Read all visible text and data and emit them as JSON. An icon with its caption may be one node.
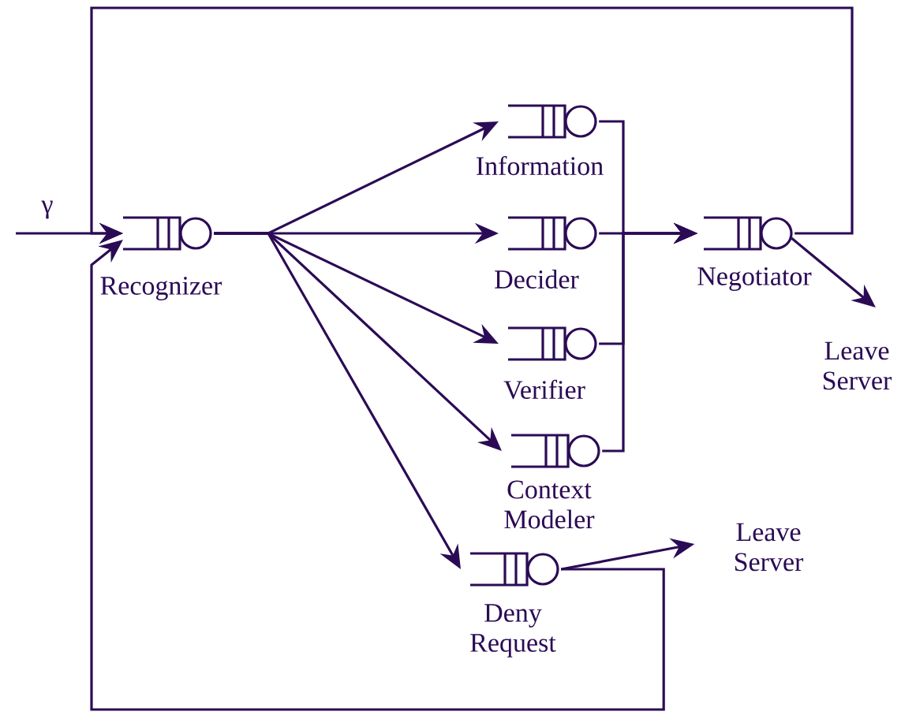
{
  "diagram": {
    "nodes": [
      {
        "text": [
          "Recognizer"
        ]
      },
      {
        "text": [
          "Information"
        ]
      },
      {
        "text": [
          "Decider"
        ]
      },
      {
        "text": [
          "Verifier"
        ]
      },
      {
        "text": [
          "Context Modeler"
        ]
      },
      {
        "text": [
          "Deny Request"
        ]
      },
      {
        "text": [
          "Negotiator"
        ]
      },
      {
        "text": [
          "Leave Server"
        ]
      },
      {
        "text": [
          "Leave Server"
        ]
      }
    ],
    "edges": [
      {
        "from": null,
        "to": 0,
        "arrow": "to",
        "label": "γ"
      },
      {
        "from": 0,
        "to": 1,
        "arrow": "to"
      },
      {
        "from": 0,
        "to": 2,
        "arrow": "to"
      },
      {
        "from": 0,
        "to": 3,
        "arrow": "to"
      },
      {
        "from": 0,
        "to": 4,
        "arrow": "to"
      },
      {
        "from": 0,
        "to": 5,
        "arrow": "to"
      },
      {
        "from": 1,
        "to": 6,
        "arrow": "to"
      },
      {
        "from": 2,
        "to": 6,
        "arrow": "to"
      },
      {
        "from": 3,
        "to": 6,
        "arrow": "to"
      },
      {
        "from": 4,
        "to": 6,
        "arrow": "to"
      },
      {
        "from": 6,
        "to": 7,
        "arrow": "to"
      },
      {
        "from": 6,
        "to": 0,
        "arrow": "to"
      },
      {
        "from": 5,
        "to": 8,
        "arrow": "to"
      },
      {
        "from": 5,
        "to": 0,
        "arrow": "to"
      }
    ]
  }
}
